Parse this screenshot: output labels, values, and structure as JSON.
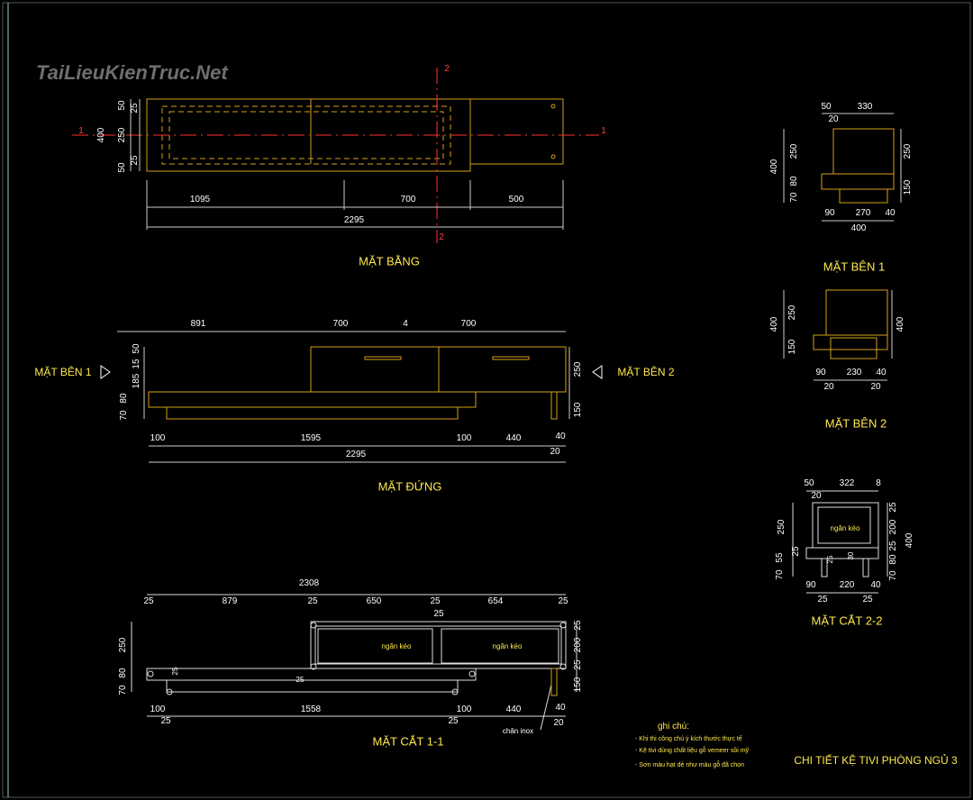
{
  "watermark": "TaiLieuKienTruc.Net",
  "colors": {
    "background": "#000000",
    "object": "#d4a017",
    "dimension": "#ffffff",
    "axis": "#ff3030",
    "title": "#ffe84a"
  },
  "plan": {
    "title": "MẶT BẰNG",
    "section_marks": [
      "1",
      "1",
      "2",
      "2"
    ],
    "dims_bottom": [
      "1095",
      "700",
      "500"
    ],
    "dims_total": "2295",
    "dims_left": [
      "400",
      "50",
      "25",
      "250",
      "25",
      "50"
    ]
  },
  "elevation": {
    "title": "MẶT ĐỨNG",
    "side1_label": "MẶT BÊN  1",
    "side2_label": "MẶT BÊN  2",
    "dims_top": [
      "891",
      "700",
      "4",
      "700"
    ],
    "dims_bottom": [
      "100",
      "1595",
      "100",
      "440",
      "40"
    ],
    "dims_total": "2295",
    "dim_20": "20",
    "dims_left": [
      "50",
      "15",
      "185",
      "70",
      "80"
    ],
    "dims_right": [
      "250",
      "150"
    ]
  },
  "section11": {
    "title": "MẶT CẮT 1-1",
    "dims_total": "2308",
    "dims_top": [
      "25",
      "879",
      "25",
      "650",
      "25",
      "654",
      "25"
    ],
    "dim_mid": "25",
    "dims_bottom": [
      "100",
      "1558",
      "100",
      "440",
      "40"
    ],
    "dims_bottom2": [
      "25",
      "25",
      "20"
    ],
    "dims_left": [
      "250",
      "70",
      "80"
    ],
    "dims_right": [
      "25",
      "200",
      "25",
      "150"
    ],
    "inner_dims": [
      "25",
      "25"
    ],
    "drawer_labels": [
      "ngăn kéo",
      "ngăn kéo"
    ],
    "leg_label": "chân inox"
  },
  "side1": {
    "title": "MẶT BÊN 1",
    "dims_top": [
      "50",
      "330",
      "20"
    ],
    "dims_left": [
      "400",
      "250",
      "70",
      "80"
    ],
    "dims_right": [
      "250",
      "150"
    ],
    "dims_bottom": [
      "90",
      "270",
      "40"
    ],
    "dims_total": "400"
  },
  "side2": {
    "title": "MẶT BÊN 2",
    "dims_left": [
      "400",
      "250",
      "150"
    ],
    "dims_right": [
      "400"
    ],
    "dims_bottom": [
      "90",
      "230",
      "40"
    ],
    "dims_bottom2": [
      "20",
      "20"
    ]
  },
  "section22": {
    "title": "MẶT CẮT 2-2",
    "dims_top": [
      "50",
      "322",
      "8",
      "20"
    ],
    "dims_left": [
      "250",
      "25",
      "70",
      "55"
    ],
    "dims_right": [
      "25",
      "200",
      "25",
      "80",
      "70",
      "400"
    ],
    "inner_dims": [
      "25",
      "30"
    ],
    "dims_bottom": [
      "90",
      "220",
      "40"
    ],
    "dims_bottom2": [
      "25",
      "25"
    ],
    "drawer_label": "ngăn kéo"
  },
  "notes": {
    "heading": "ghi chú:",
    "items": [
      "- Khi thi công chú ý kích thước thực tế",
      "- Kệ tivi dùng chất liệu gỗ vemeer sồi mỹ",
      "- Sơn màu hạt dẻ như màu gỗ đã chọn"
    ]
  },
  "drawing_title": "CHI TIẾT KỆ TIVI PHÒNG NGỦ 3"
}
